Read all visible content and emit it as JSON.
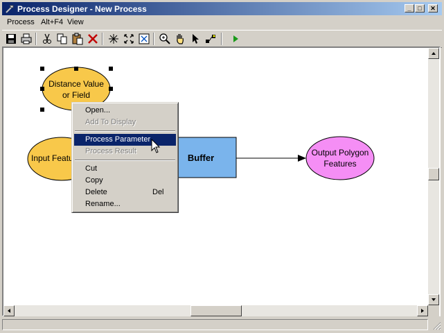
{
  "window": {
    "title": "Process Designer - New Process",
    "minimize_glyph": "_",
    "maximize_glyph": "□",
    "close_glyph": "✕"
  },
  "menubar": {
    "items": [
      "Process",
      "Alt+F4",
      "View"
    ]
  },
  "toolbar": {
    "icons": [
      "save-icon",
      "print-icon",
      "cut-icon",
      "copy-icon",
      "paste-icon",
      "delete-icon",
      "select-all-icon",
      "full-extent-icon",
      "fit-icon",
      "zoom-in-icon",
      "pan-icon",
      "pointer-icon",
      "connect-icon",
      "run-icon"
    ]
  },
  "diagram": {
    "nodes": {
      "distance": {
        "label_line1": "Distance Value",
        "label_line2": "or Field",
        "fill": "#f8c84a"
      },
      "input": {
        "label": "Input Features",
        "fill": "#f8c84a"
      },
      "buffer": {
        "label": "Buffer",
        "fill": "#7ab4ec"
      },
      "output": {
        "label_line1": "Output Polygon",
        "label_line2": "Features",
        "fill": "#f58ef5"
      }
    }
  },
  "context_menu": {
    "open": "Open...",
    "add_to_display": "Add To Display",
    "process_parameter": "Process Parameter",
    "process_result": "Process Result",
    "cut": "Cut",
    "copy": "Copy",
    "delete": "Delete",
    "delete_shortcut": "Del",
    "rename": "Rename..."
  },
  "colors": {
    "title_active": "#0a246a",
    "menu_highlight": "#0a246a",
    "run_green": "#1a9a1a"
  }
}
